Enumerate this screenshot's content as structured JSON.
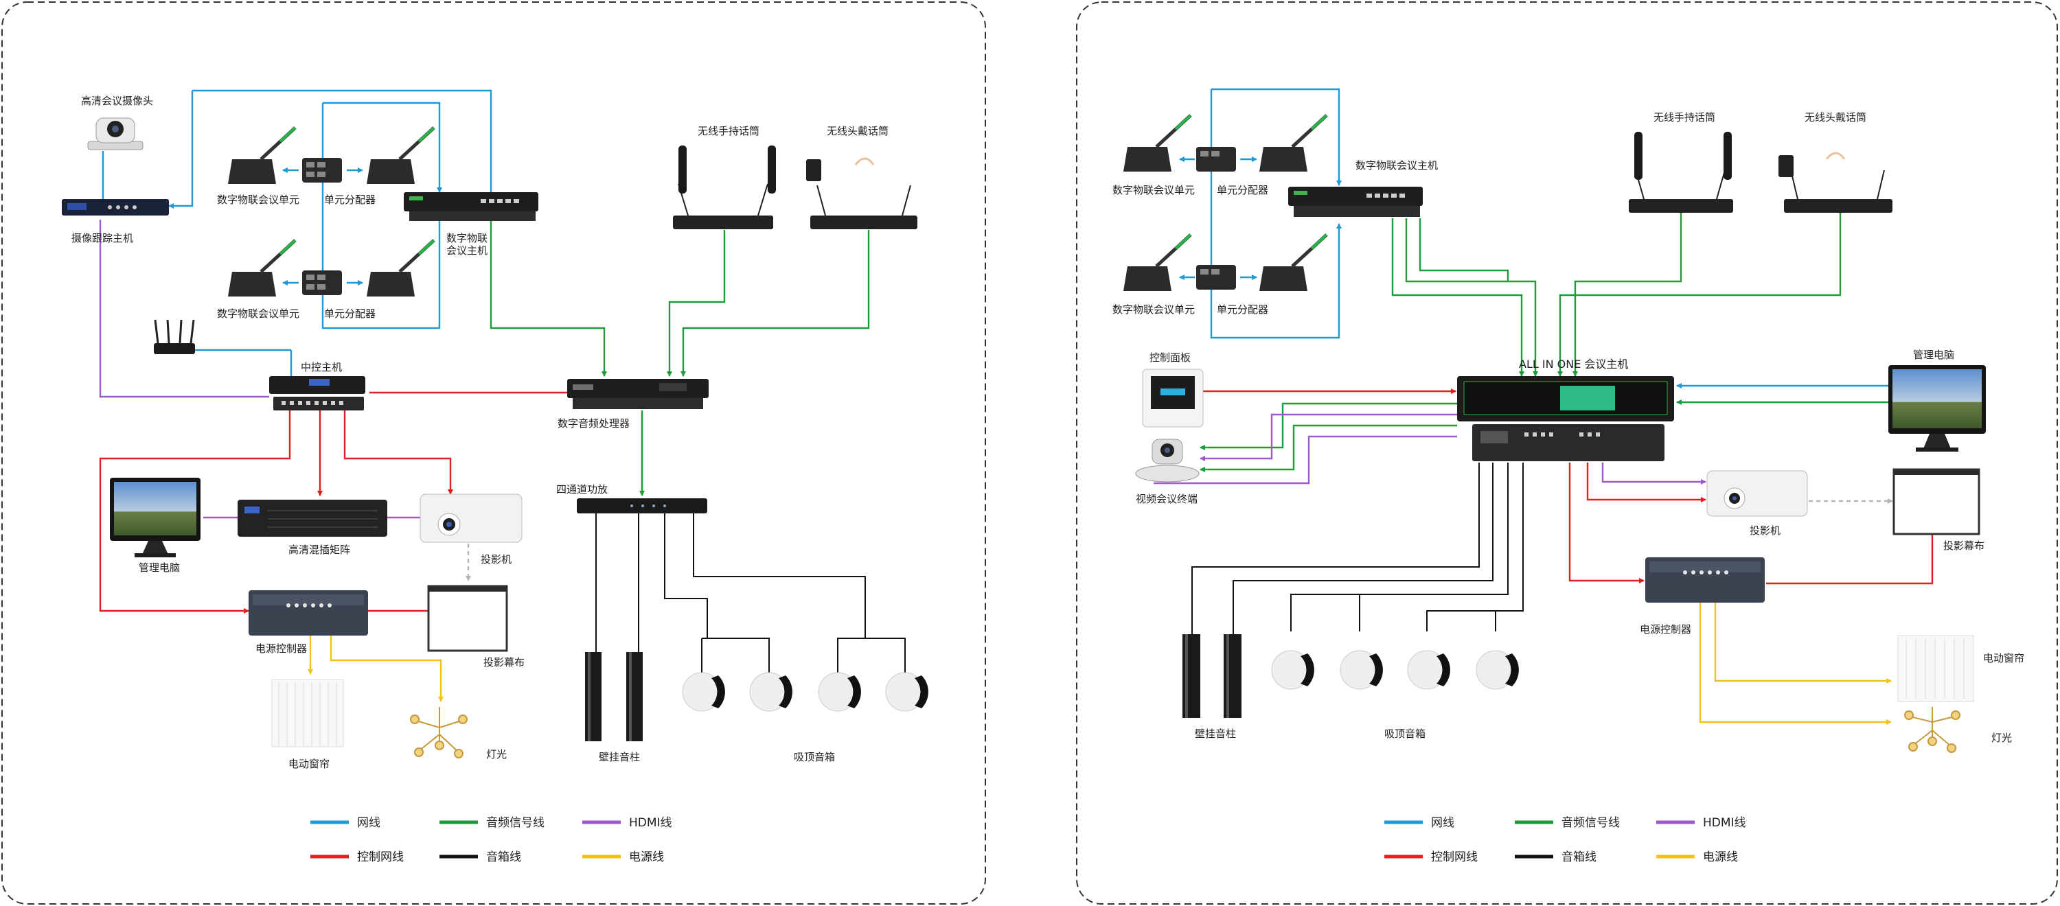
{
  "colors": {
    "network": "#1f9ad6",
    "audio": "#1e9b3a",
    "hdmi": "#9b59c9",
    "control": "#e02020",
    "speaker": "#111111",
    "power": "#f2c21a",
    "dashed": "#b5b5b5"
  },
  "left": {
    "camera": "高清会议摄像头",
    "tracker": "摄像跟踪主机",
    "unit_top": "数字物联会议单元",
    "splitter_top": "单元分配器",
    "unit_bottom": "数字物联会议单元",
    "splitter_bottom": "单元分配器",
    "conf_host_line1": "数字物联",
    "conf_host_line2": "会议主机",
    "handheld_mic": "无线手持话筒",
    "headset_mic": "无线头戴话筒",
    "central_control": "中控主机",
    "dsp": "数字音频处理器",
    "amp": "四通道功放",
    "pc": "管理电脑",
    "matrix": "高清混插矩阵",
    "projector": "投影机",
    "power_ctrl": "电源控制器",
    "screen": "投影幕布",
    "curtain": "电动窗帘",
    "light": "灯光",
    "wall_speaker": "壁挂音柱",
    "ceiling_speaker": "吸顶音箱"
  },
  "right": {
    "unit_top": "数字物联会议单元",
    "splitter_top": "单元分配器",
    "unit_bottom": "数字物联会议单元",
    "splitter_bottom": "单元分配器",
    "conf_host": "数字物联会议主机",
    "handheld_mic": "无线手持话筒",
    "headset_mic": "无线头戴话筒",
    "allinone": "ALL IN ONE 会议主机",
    "panel": "控制面板",
    "vc_terminal": "视频会议终端",
    "pc": "管理电脑",
    "projector": "投影机",
    "screen": "投影幕布",
    "power_ctrl": "电源控制器",
    "curtain": "电动窗帘",
    "light": "灯光",
    "wall_speaker": "壁挂音柱",
    "ceiling_speaker": "吸顶音箱"
  },
  "legend": {
    "network": "网线",
    "audio": "音频信号线",
    "hdmi": "HDMI线",
    "control": "控制网线",
    "speaker": "音箱线",
    "power": "电源线"
  }
}
